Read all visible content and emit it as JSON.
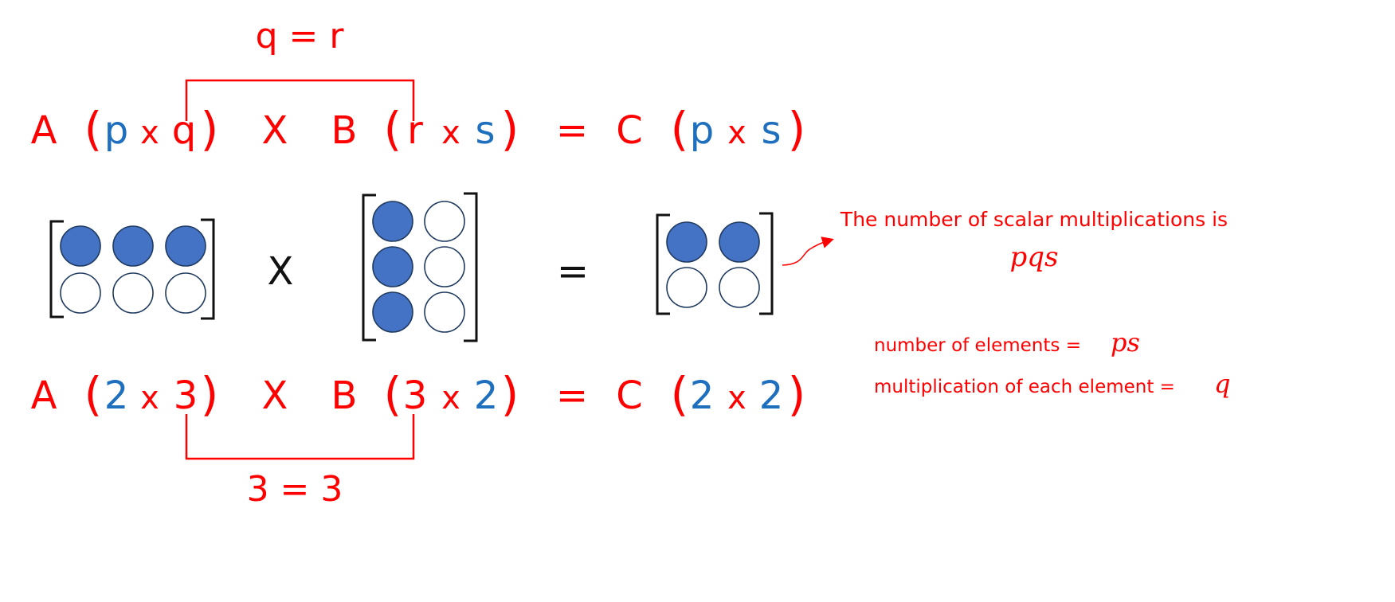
{
  "colors": {
    "red": "#ff0000",
    "blue": "#1f6fbf",
    "filled": "#4472c4",
    "stroke": "#1f3a5f",
    "black": "#111111"
  },
  "top_constraint": "q = r",
  "bottom_constraint": "3 = 3",
  "symbolic": {
    "A": "A",
    "A_rows": "p",
    "A_cols": "q",
    "op": "X",
    "B": "B",
    "B_rows": "r",
    "B_cols": "s",
    "eq": "=",
    "C": "C",
    "C_rows": "p",
    "C_cols": "s",
    "times": "x",
    "open": "(",
    "close": ")"
  },
  "numeric": {
    "A": "A",
    "A_rows": "2",
    "A_cols": "3",
    "op": "X",
    "B": "B",
    "B_rows": "3",
    "B_cols": "2",
    "eq": "=",
    "C": "C",
    "C_rows": "2",
    "C_cols": "2",
    "times": "x",
    "open": "(",
    "close": ")"
  },
  "visual": {
    "times_sign": "X",
    "equals_sign": "=",
    "matrix_a": {
      "rows": 2,
      "cols": 3,
      "filled_row": 0
    },
    "matrix_b": {
      "rows": 3,
      "cols": 2,
      "filled_col": 0
    },
    "matrix_c": {
      "rows": 2,
      "cols": 2,
      "filled_row": 0
    }
  },
  "notes": {
    "scalar_text": "The number of scalar multiplications is",
    "scalar_formula": "pqs",
    "elements_text": "number of elements =",
    "elements_formula": "ps",
    "each_text": "multiplication of each element =",
    "each_formula": "q"
  }
}
